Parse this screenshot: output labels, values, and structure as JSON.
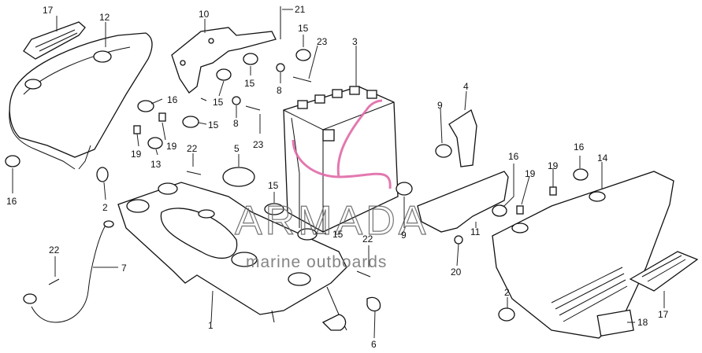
{
  "diagram": {
    "callouts": [
      {
        "id": "c17a",
        "text": "17"
      },
      {
        "id": "c12",
        "text": "12"
      },
      {
        "id": "c10",
        "text": "10"
      },
      {
        "id": "c21",
        "text": "21"
      },
      {
        "id": "c15a",
        "text": "15"
      },
      {
        "id": "c23a",
        "text": "23"
      },
      {
        "id": "c3",
        "text": "3"
      },
      {
        "id": "c15b",
        "text": "15"
      },
      {
        "id": "c15c",
        "text": "15"
      },
      {
        "id": "c8a",
        "text": "8"
      },
      {
        "id": "c16a",
        "text": "16"
      },
      {
        "id": "c15d",
        "text": "15"
      },
      {
        "id": "c8b",
        "text": "8"
      },
      {
        "id": "c23b",
        "text": "23"
      },
      {
        "id": "c15e",
        "text": "15"
      },
      {
        "id": "c19a",
        "text": "19"
      },
      {
        "id": "c19b",
        "text": "19"
      },
      {
        "id": "c13",
        "text": "13"
      },
      {
        "id": "c22a",
        "text": "22"
      },
      {
        "id": "c5",
        "text": "5"
      },
      {
        "id": "c16b",
        "text": "16"
      },
      {
        "id": "c2a",
        "text": "2"
      },
      {
        "id": "c15f",
        "text": "15"
      },
      {
        "id": "c15g",
        "text": "15"
      },
      {
        "id": "c22b",
        "text": "22"
      },
      {
        "id": "c9a",
        "text": "9"
      },
      {
        "id": "c4",
        "text": "4"
      },
      {
        "id": "c9b",
        "text": "9"
      },
      {
        "id": "c11",
        "text": "11"
      },
      {
        "id": "c16c",
        "text": "16"
      },
      {
        "id": "c16d",
        "text": "16"
      },
      {
        "id": "c14",
        "text": "14"
      },
      {
        "id": "c19c",
        "text": "19"
      },
      {
        "id": "c19d",
        "text": "19"
      },
      {
        "id": "c20",
        "text": "20"
      },
      {
        "id": "c22c",
        "text": "22"
      },
      {
        "id": "c7",
        "text": "7"
      },
      {
        "id": "c1",
        "text": "1"
      },
      {
        "id": "c6",
        "text": "6"
      },
      {
        "id": "c2b",
        "text": "2"
      },
      {
        "id": "c18",
        "text": "18"
      },
      {
        "id": "c17b",
        "text": "17"
      }
    ],
    "watermark": {
      "brand": "ARMADA",
      "tagline": "marine outboards",
      "color": "#e06aa8"
    }
  }
}
